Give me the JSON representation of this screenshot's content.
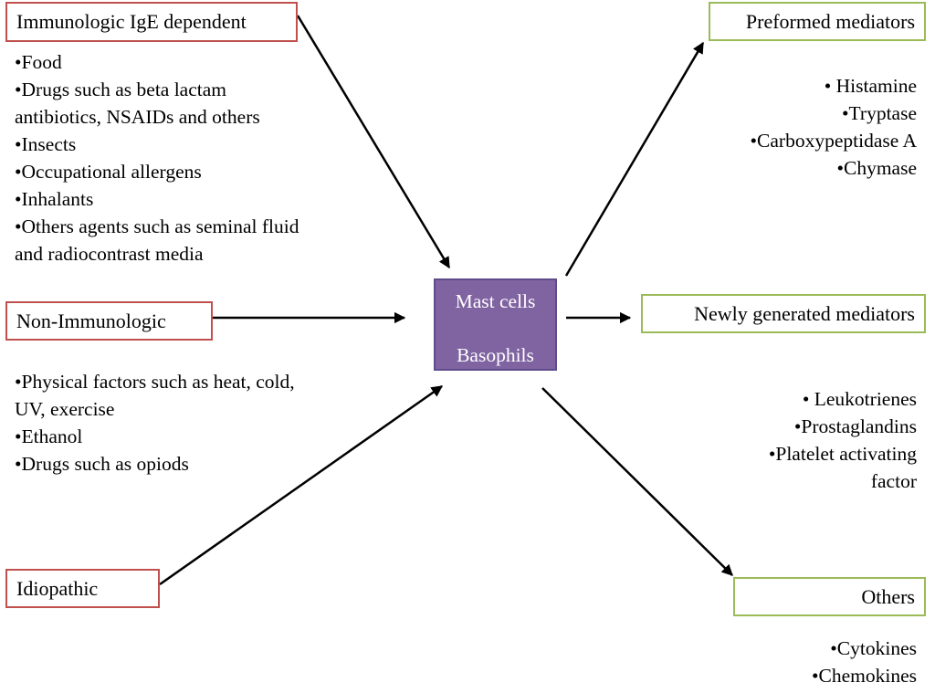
{
  "center": {
    "line1": "Mast cells",
    "line2": "Basophils"
  },
  "causes": [
    {
      "label": "Immunologic IgE dependent",
      "items": [
        "•Food",
        "•Drugs such as beta lactam",
        "antibiotics, NSAIDs and others",
        "•Insects",
        "•Occupational allergens",
        "•Inhalants",
        "•Others agents such as seminal fluid",
        "and radiocontrast media"
      ]
    },
    {
      "label": "Non-Immunologic",
      "items": [
        "•Physical factors such as heat, cold,",
        "UV, exercise",
        "•Ethanol",
        "•Drugs such as opiods"
      ]
    },
    {
      "label": "Idiopathic",
      "items": []
    }
  ],
  "effects": [
    {
      "label": "Preformed mediators",
      "items": [
        "• Histamine",
        "•Tryptase",
        "•Carboxypeptidase A",
        "•Chymase"
      ]
    },
    {
      "label": "Newly generated mediators",
      "items": [
        "• Leukotrienes",
        "•Prostaglandins",
        "•Platelet activating",
        "factor"
      ]
    },
    {
      "label": "Others",
      "items": [
        "•Cytokines",
        "•Chemokines"
      ]
    }
  ],
  "colors": {
    "cause_border": "#c0504d",
    "effect_border": "#9bbb59",
    "center_fill": "#8064a2",
    "arrow": "#000000"
  }
}
